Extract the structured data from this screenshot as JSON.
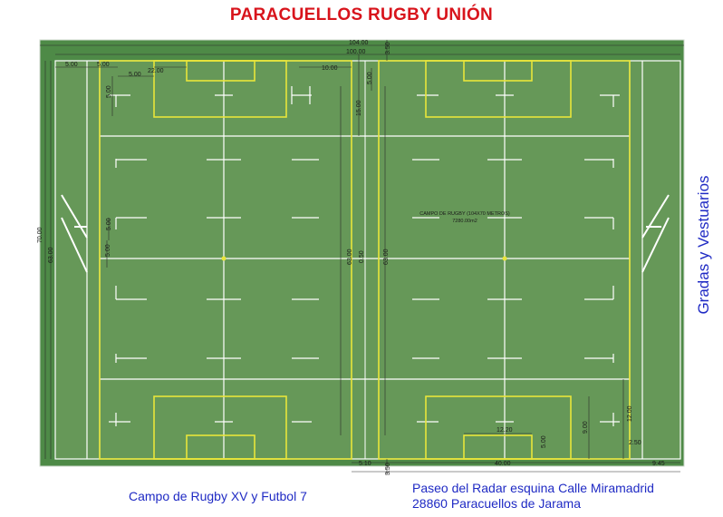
{
  "title": "PARACUELLOS RUGBY UNIÓN",
  "side_label": "Gradas y Vestuarios",
  "caption_left": "Campo de Rugby XV y Futbol 7",
  "caption_right": {
    "line1": "Paseo del Radar esquina Calle Miramadrid",
    "line2": "28860 Paracuellos de Jarama"
  },
  "field_note": {
    "line1": "CAMPO DE RUGBY (104X70 METROS)",
    "line2": "7280.00m2"
  },
  "dimensions": {
    "total_length": "104.00",
    "field_length": "100.00",
    "goal_gap_top": "3.50",
    "corner_5": "5.00",
    "corner_5b": "5.00",
    "area_22": "22.00",
    "area_5": "5.00",
    "area_10": "10.00",
    "left_5_vert": "5.00",
    "right_5_vert": "5.00",
    "right_15": "15.00",
    "total_width": "70.00",
    "field_width_left": "63.00",
    "five_dash": "5.00",
    "mid_vert": "5.00",
    "center_63": "63.00",
    "center_050": "0.50",
    "right_63": "63.00",
    "goal_1220": "12.20",
    "goal_900": "9.00",
    "goal_12": "12.00",
    "side_250": "2.50",
    "small_500": "5.00",
    "bottom_510": "5.10",
    "bottom_40": "40.00",
    "bottom_945": "9.45",
    "bottom_350": "3.50"
  },
  "colors": {
    "grass_outer": "#4e8a47",
    "grass_field": "#669858",
    "rugby_lines": "#ffffff",
    "football_lines": "#e8e53a",
    "title": "#d8141c",
    "captions": "#1f2ac4"
  }
}
